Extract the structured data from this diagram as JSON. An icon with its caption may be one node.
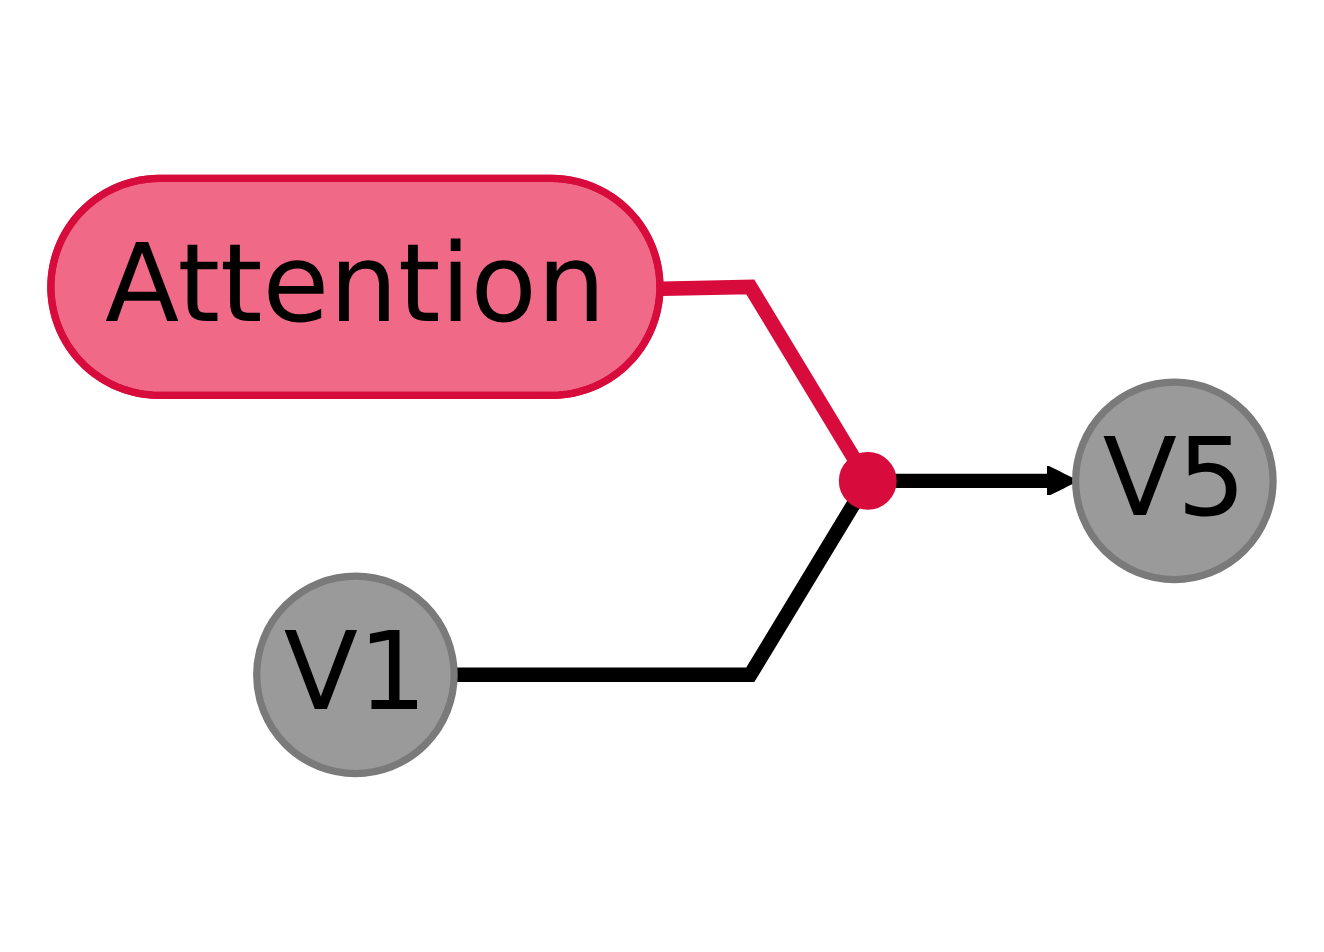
{
  "diagram": {
    "nodes": [
      {
        "text": [
          "Attention"
        ]
      },
      {
        "text": [
          "V1"
        ]
      },
      {
        "text": [],
        "shape": "circle"
      },
      {
        "text": [
          "V5"
        ]
      }
    ],
    "edges": [
      {
        "from": 0,
        "to": 2,
        "arrow": "none",
        "color": "#d80c3c"
      },
      {
        "from": 1,
        "to": 2,
        "arrow": "none"
      },
      {
        "from": 2,
        "to": 3,
        "arrow": "to"
      }
    ]
  }
}
